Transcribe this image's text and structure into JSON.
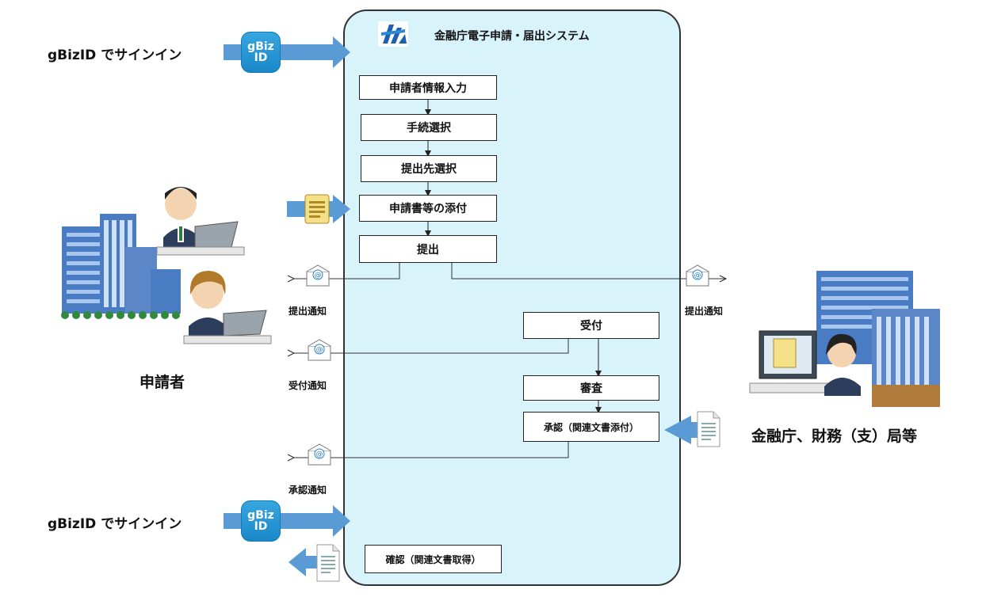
{
  "system": {
    "title": "金融庁電子申請・届出システム",
    "logo_icon": "fsa-logo-icon"
  },
  "signin": {
    "label_top": "gBizID でサインイン",
    "label_bottom": "gBizID でサインイン",
    "badge_line1": "gBiz",
    "badge_line2": "ID"
  },
  "steps": {
    "applicant_info": "申請者情報入力",
    "procedure_select": "手続選択",
    "destination_select": "提出先選択",
    "attach_documents": "申請書等の添付",
    "submit": "提出",
    "receive": "受付",
    "review": "審査",
    "approve": "承認（関連文書添付）",
    "confirm": "確認（関連文書取得）"
  },
  "notices": {
    "submit_applicant": "提出通知",
    "submit_authority": "提出通知",
    "receive": "受付通知",
    "approve": "承認通知"
  },
  "actors": {
    "applicant": "申請者",
    "authority": "金融庁、財務（支）局等"
  },
  "colors": {
    "panel": "#d9f3fb",
    "arrow": "#5b9bd5",
    "gbiz": "#1a86c9"
  }
}
